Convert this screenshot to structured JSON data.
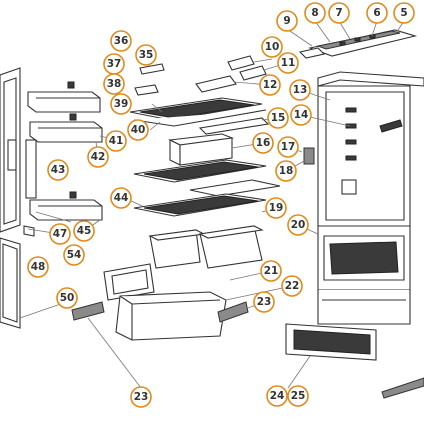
{
  "diagram": {
    "accent_color": "#e08a1a",
    "stroke_color": "#333333",
    "callouts": [
      {
        "id": "c9",
        "label": "9"
      },
      {
        "id": "c8",
        "label": "8"
      },
      {
        "id": "c7",
        "label": "7"
      },
      {
        "id": "c6",
        "label": "6"
      },
      {
        "id": "c5",
        "label": "5"
      },
      {
        "id": "c36",
        "label": "36"
      },
      {
        "id": "c35",
        "label": "35"
      },
      {
        "id": "c10",
        "label": "10"
      },
      {
        "id": "c37",
        "label": "37"
      },
      {
        "id": "c11",
        "label": "11"
      },
      {
        "id": "c38",
        "label": "38"
      },
      {
        "id": "c12",
        "label": "12"
      },
      {
        "id": "c13",
        "label": "13"
      },
      {
        "id": "c39",
        "label": "39"
      },
      {
        "id": "c14",
        "label": "14"
      },
      {
        "id": "c15",
        "label": "15"
      },
      {
        "id": "c40",
        "label": "40"
      },
      {
        "id": "c41",
        "label": "41"
      },
      {
        "id": "c16",
        "label": "16"
      },
      {
        "id": "c17",
        "label": "17"
      },
      {
        "id": "c42",
        "label": "42"
      },
      {
        "id": "c43",
        "label": "43"
      },
      {
        "id": "c18",
        "label": "18"
      },
      {
        "id": "c44",
        "label": "44"
      },
      {
        "id": "c19",
        "label": "19"
      },
      {
        "id": "c20",
        "label": "20"
      },
      {
        "id": "c47",
        "label": "47"
      },
      {
        "id": "c45",
        "label": "45"
      },
      {
        "id": "c54",
        "label": "54"
      },
      {
        "id": "c48",
        "label": "48"
      },
      {
        "id": "c21",
        "label": "21"
      },
      {
        "id": "c22",
        "label": "22"
      },
      {
        "id": "c50",
        "label": "50"
      },
      {
        "id": "c23a",
        "label": "23"
      },
      {
        "id": "c23b",
        "label": "23"
      },
      {
        "id": "c24",
        "label": "24"
      },
      {
        "id": "c25",
        "label": "25"
      }
    ]
  }
}
